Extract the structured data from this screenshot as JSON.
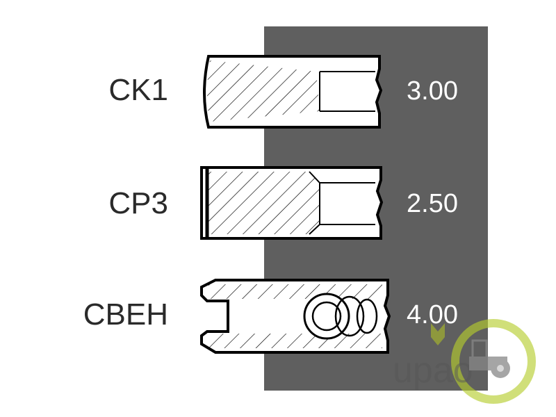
{
  "rings": [
    {
      "name": "CK1",
      "size": "3.00"
    },
    {
      "name": "CP3",
      "size": "2.50"
    },
    {
      "name": "CBEH",
      "size": "4.00"
    }
  ],
  "watermark": {
    "text": "upao",
    "accent": "#b5cc2e"
  },
  "colors": {
    "panel": "#5f5f5f"
  }
}
